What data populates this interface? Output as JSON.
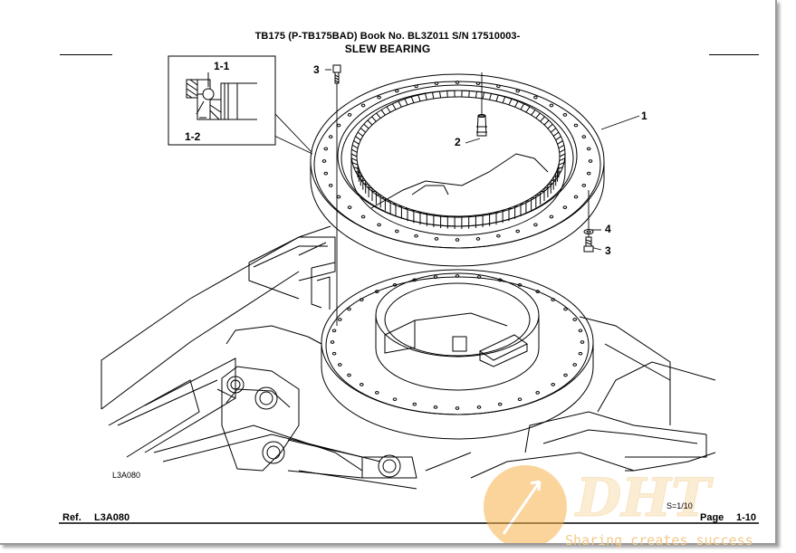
{
  "header": {
    "line1": "TB175 (P-TB175BAD) Book No. BL3Z011  S/N 17510003-",
    "line2": "SLEW BEARING"
  },
  "callouts": {
    "c1": "1",
    "c2": "2",
    "c3a": "3",
    "c3b": "3",
    "c4": "4",
    "detail_top": "1-1",
    "detail_bottom": "1-2"
  },
  "drawing_code": "L3A080",
  "scale": "S=1/10",
  "footer": {
    "ref_label": "Ref.",
    "ref_value": "L3A080",
    "page_label": "Page",
    "page_value": "1-10"
  },
  "watermark": {
    "logo_text": "DHT",
    "tagline": "Sharing creates success"
  },
  "colors": {
    "ink": "#000000",
    "watermark": "#f3c98a"
  }
}
